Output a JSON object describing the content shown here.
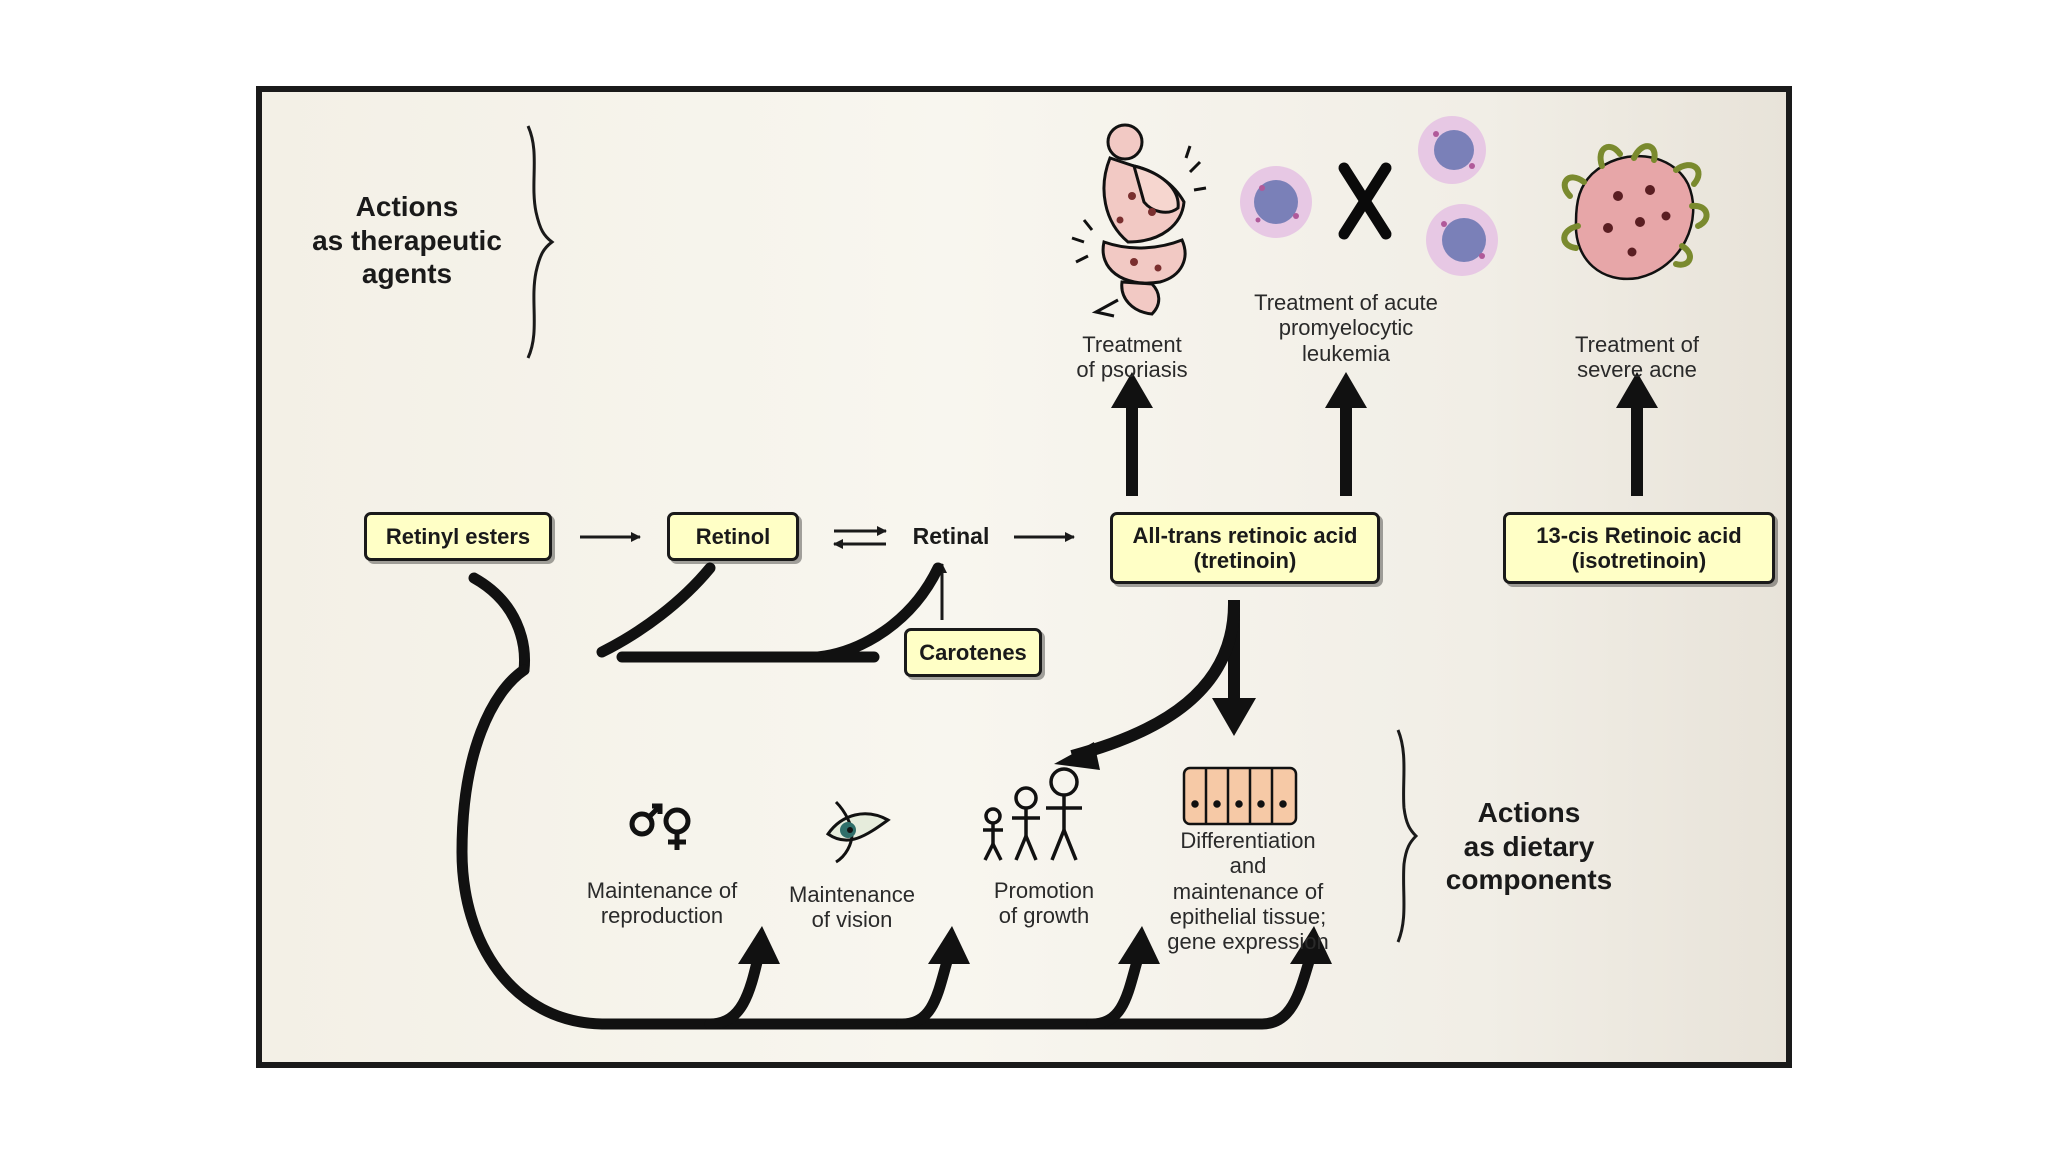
{
  "headings": {
    "therapeutic": "Actions\nas therapeutic\nagents",
    "dietary": "Actions\nas dietary\ncomponents"
  },
  "compounds": {
    "retinyl_esters": "Retinyl esters",
    "retinol": "Retinol",
    "retinal": "Retinal",
    "carotenes": "Carotenes",
    "all_trans": "All-trans retinoic acid\n(tretinoin)",
    "cis_13": "13-cis Retinoic acid\n(isotretinoin)"
  },
  "therapeutic_actions": {
    "psoriasis": "Treatment\nof psoriasis",
    "leukemia": "Treatment of acute\npromyelocytic\nleukemia",
    "acne": "Treatment of\nsevere acne"
  },
  "dietary_actions": {
    "reproduction": "Maintenance of\nreproduction",
    "vision": "Maintenance\nof vision",
    "growth": "Promotion\nof growth",
    "epithelial": "Differentiation\nand\nmaintenance of\nepithelial tissue;\ngene expression"
  },
  "colors": {
    "box_fill": "#ffffc6",
    "cell_fill": "#f2c9c4",
    "acne_fill": "#e7a6a8",
    "hair_fill": "#9aa84f",
    "epithelium_fill": "#f6c9a6"
  },
  "icons": [
    "sex-symbols-icon",
    "eye-icon",
    "family-icon",
    "epithelium-cells-icon",
    "psoriasis-figure-icon",
    "leukemia-cells-icon",
    "acne-skin-icon"
  ]
}
